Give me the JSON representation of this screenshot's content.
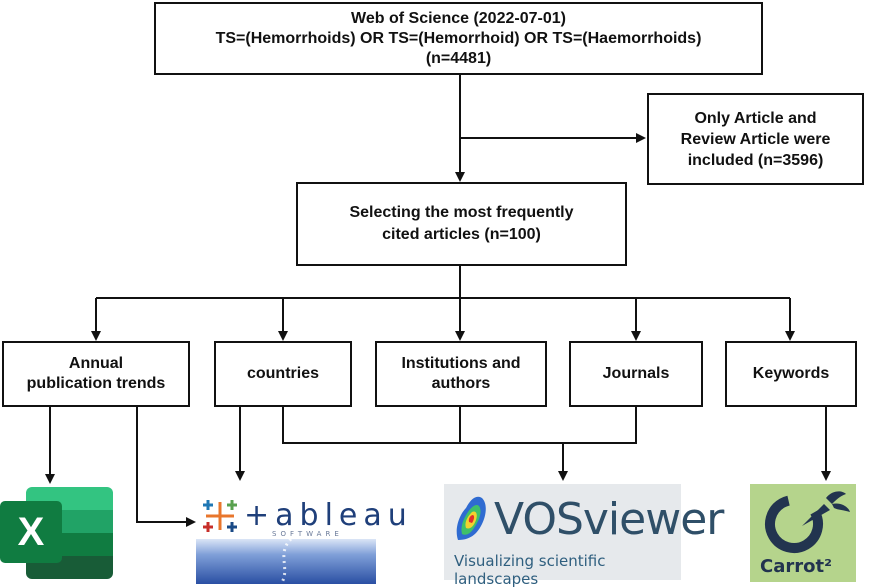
{
  "source_box": {
    "line1": "Web of Science  (2022-07-01)",
    "line2": "TS=(Hemorrhoids) OR TS=(Hemorrhoid) OR TS=(Haemorrhoids)",
    "line3": "(n=4481)"
  },
  "filter_box": {
    "line1": "Only Article and",
    "line2": "Review Article were",
    "line3": "included  (n=3596)"
  },
  "selection_box": {
    "line1": "Selecting the most frequently",
    "line2": "cited articles  (n=100)"
  },
  "analysis_boxes": [
    {
      "line1": "Annual",
      "line2": "publication trends"
    },
    {
      "line1": "countries"
    },
    {
      "line1": "Institutions and",
      "line2": "authors"
    },
    {
      "line1": "Journals"
    },
    {
      "line1": "Keywords"
    }
  ],
  "tools": {
    "excel": {
      "letter": "X"
    },
    "tableau": {
      "word": "+ableau",
      "sub": "SOFTWARE"
    },
    "vosviewer": {
      "word": "VOSviewer",
      "tagline": "Visualizing scientific landscapes"
    },
    "carrot": {
      "word": "Carrot²"
    }
  },
  "colors": {
    "line": "#111111",
    "excel_green": "#107c41",
    "tableau_blue": "#1f3f7a",
    "vos_text": "#2f4f68",
    "carrot_bg": "#b5d48c"
  }
}
